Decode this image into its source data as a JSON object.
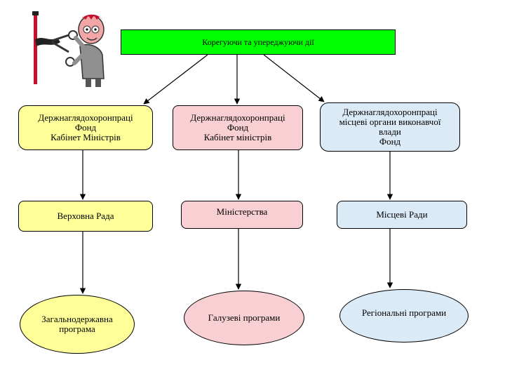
{
  "diagram": {
    "top": {
      "label": "Корегуючи та упереджуючи дії"
    },
    "row1": [
      {
        "lines": [
          "Держнаглядохоронпраці",
          "Фонд",
          "Кабінет Міністрів"
        ]
      },
      {
        "lines": [
          "Держнаглядохоронпраці",
          "Фонд",
          "Кабінет міністрів"
        ]
      },
      {
        "lines": [
          "Держнаглядохоронпраці",
          "місцеві органи виконавчої",
          "влади",
          "Фонд"
        ]
      }
    ],
    "row2": [
      {
        "label": "Верховна Рада"
      },
      {
        "label": "Міністерства"
      },
      {
        "label": "Місцеві Ради"
      }
    ],
    "row3": [
      {
        "lines": [
          "Загальнодержавна",
          "програма"
        ]
      },
      {
        "label": "Галузеві програми"
      },
      {
        "label": "Регіональні програми"
      }
    ],
    "colors": {
      "top": "#00ff00",
      "yellow": "#ffff99",
      "pink": "#f8cfd3",
      "blue": "#dbeaf7",
      "connector": "#000000"
    },
    "clipart_icon": "person-cutting-ribbon-icon"
  }
}
